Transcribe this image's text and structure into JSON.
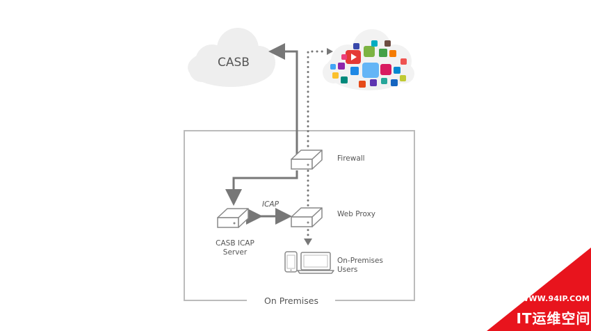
{
  "diagram": {
    "cloud_label": "CASB",
    "nodes": {
      "firewall": "Firewall",
      "web_proxy": "Web Proxy",
      "casb_icap_server_line1": "CASB ICAP",
      "casb_icap_server_line2": "Server",
      "users_line1": "On-Premises",
      "users_line2": "Users"
    },
    "edge_label": "ICAP",
    "boundary_label": "On Premises"
  },
  "watermark": {
    "url": "WWW.94IP.COM",
    "text": "IT运维空间"
  },
  "colors": {
    "line": "#777777",
    "border": "#bbbbbb",
    "cloud": "#eeeeee",
    "label": "#555555",
    "watermark": "#e8141d"
  }
}
